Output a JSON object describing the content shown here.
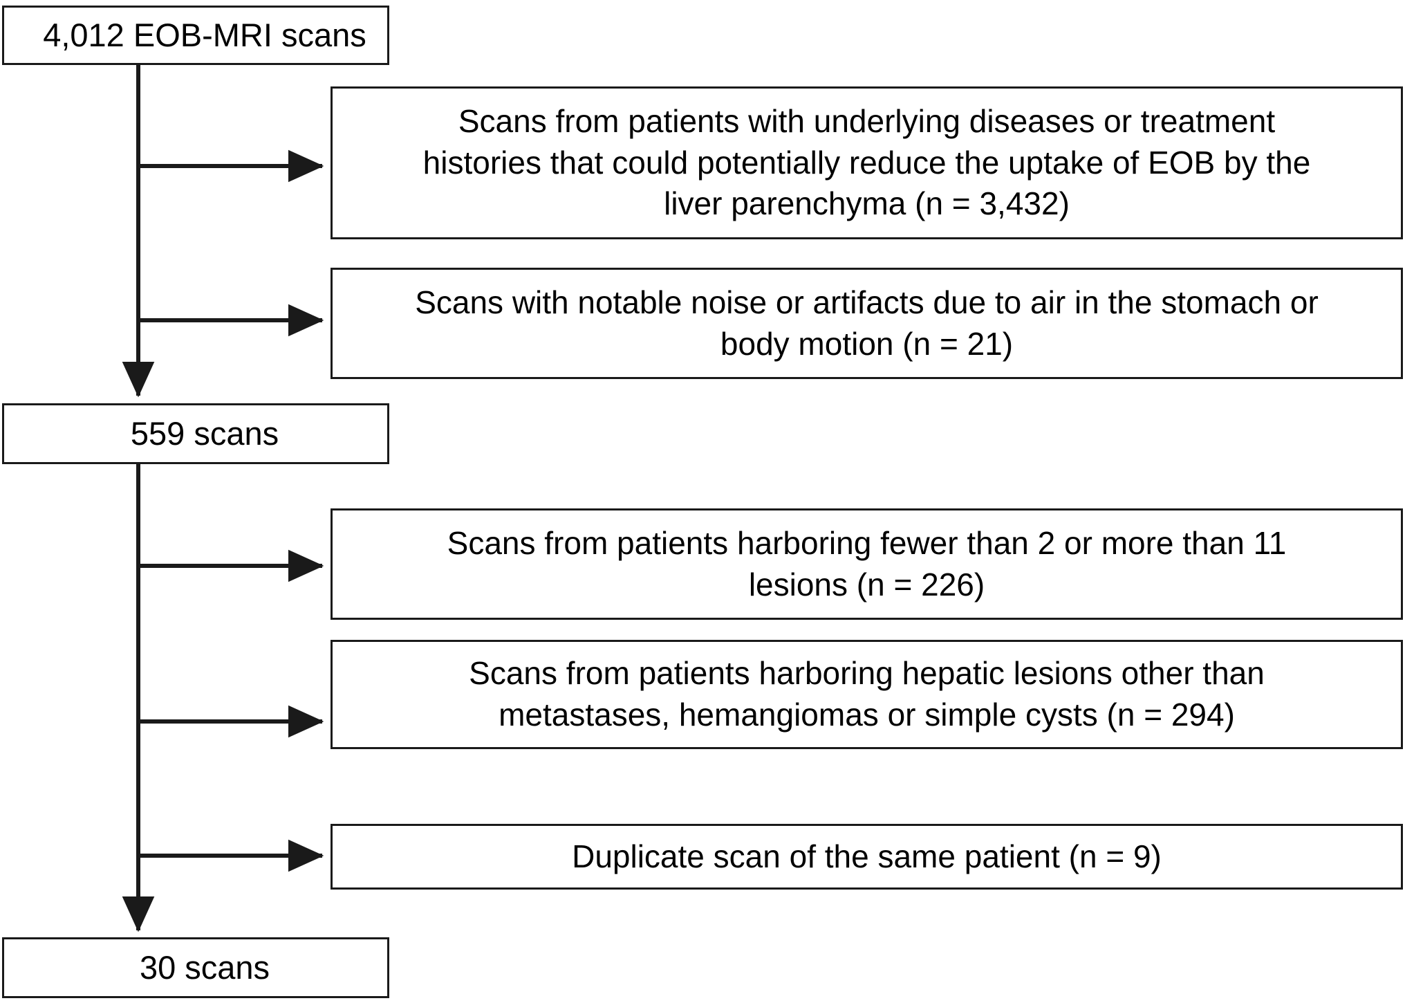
{
  "diagram": {
    "type": "flowchart",
    "title": "Study inclusion flowchart of EOB-MRI scans",
    "orientation": "top-to-bottom with right-side exclusion branches",
    "line_color": "#1a1a1a",
    "background_color": "#ffffff",
    "text_color": "#000000"
  },
  "nodes": {
    "total": {
      "label": "4,012 EOB-MRI scans",
      "count": 4012,
      "kind": "count-box"
    },
    "exclusion_1": {
      "label": "Scans from patients with underlying diseases or treatment\nhistories that could potentially reduce the uptake of EOB by the\nliver parenchyma (n = 3,432)",
      "count": 3432,
      "kind": "exclusion-box"
    },
    "exclusion_2": {
      "label": "Scans with notable noise or artifacts due to air in the stomach or\nbody motion (n = 21)",
      "count": 21,
      "kind": "exclusion-box"
    },
    "remaining": {
      "label": "559 scans",
      "count": 559,
      "kind": "count-box"
    },
    "exclusion_3": {
      "label": "Scans from patients harboring fewer than 2 or more than 11\nlesions (n = 226)",
      "count": 226,
      "kind": "exclusion-box"
    },
    "exclusion_4": {
      "label": "Scans from patients harboring hepatic lesions other than\nmetastases, hemangiomas or simple cysts (n = 294)",
      "count": 294,
      "kind": "exclusion-box"
    },
    "exclusion_5": {
      "label": "Duplicate scan of the same patient (n = 9)",
      "count": 9,
      "kind": "exclusion-box"
    },
    "final": {
      "label": "30 scans",
      "count": 30,
      "kind": "count-box"
    }
  },
  "connectors": [
    {
      "name": "trunk-total-to-remaining",
      "from": "total",
      "to": "remaining",
      "style": "vertical-arrow"
    },
    {
      "name": "branch-to-exclusion-1",
      "from": "trunk",
      "to": "exclusion_1",
      "style": "horizontal-arrow"
    },
    {
      "name": "branch-to-exclusion-2",
      "from": "trunk",
      "to": "exclusion_2",
      "style": "horizontal-arrow"
    },
    {
      "name": "trunk-remaining-to-final",
      "from": "remaining",
      "to": "final",
      "style": "vertical-arrow"
    },
    {
      "name": "branch-to-exclusion-3",
      "from": "trunk",
      "to": "exclusion_3",
      "style": "horizontal-arrow"
    },
    {
      "name": "branch-to-exclusion-4",
      "from": "trunk",
      "to": "exclusion_4",
      "style": "horizontal-arrow"
    },
    {
      "name": "branch-to-exclusion-5",
      "from": "trunk",
      "to": "exclusion_5",
      "style": "horizontal-arrow"
    }
  ]
}
